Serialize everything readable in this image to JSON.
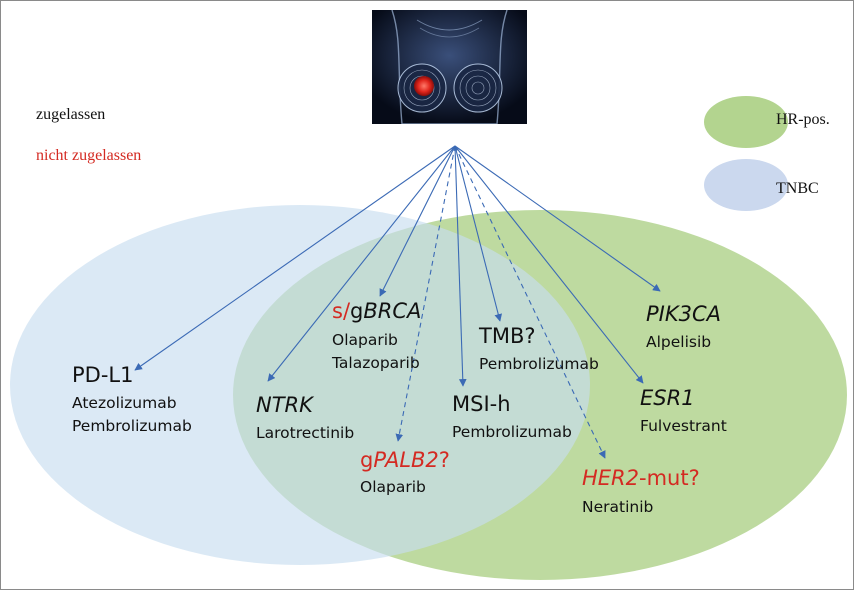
{
  "legend": {
    "approved": "zugelassen",
    "not_approved": "nicht zugelassen",
    "hr_pos": "HR-pos.",
    "tnbc": "TNBC"
  },
  "colors": {
    "hr_pos": "#b3d48f",
    "tnbc": "#c8ddf0",
    "approved_text": "#111111",
    "not_approved_text": "#d42a22",
    "arrow": "#3b6ab5"
  },
  "image": {
    "icon": "breast-anatomy-with-tumor"
  },
  "targets": {
    "pdl1": {
      "marker": "PD-L1",
      "drugs": [
        "Atezolizumab",
        "Pembrolizumab"
      ]
    },
    "ntrk": {
      "marker": "NTRK",
      "drugs": [
        "Larotrectinib"
      ]
    },
    "brca": {
      "prefix": "s/",
      "marker_prefix": "g",
      "marker": "BRCA",
      "drugs": [
        "Olaparib",
        "Talazoparib"
      ]
    },
    "palb2": {
      "marker_prefix": "g",
      "marker": "PALB2",
      "suffix": "?",
      "drugs": [
        "Olaparib"
      ]
    },
    "tmb": {
      "marker": "TMB?",
      "drugs": [
        "Pembrolizumab"
      ]
    },
    "msih": {
      "marker": "MSI-h",
      "drugs": [
        "Pembrolizumab"
      ]
    },
    "her2": {
      "marker": "HER2",
      "suffix": "-mut?",
      "drugs": [
        "Neratinib"
      ]
    },
    "pik3ca": {
      "marker": "PIK3CA",
      "drugs": [
        "Alpelisib"
      ]
    },
    "esr1": {
      "marker": "ESR1",
      "drugs": [
        "Fulvestrant"
      ]
    }
  }
}
